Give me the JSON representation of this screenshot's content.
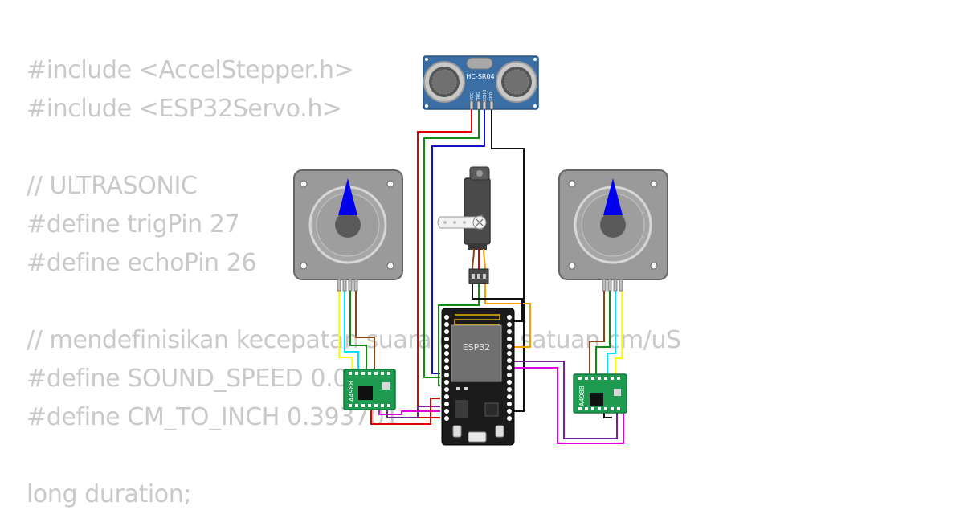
{
  "code_lines": [
    "#include <AccelStepper.h>",
    "#include <ESP32Servo.h>",
    "",
    "// ULTRASONIC",
    "#define trigPin 27",
    "#define echoPin 26",
    "",
    "// mendefinisikan kecepatan suara dalam satuan cm/uS",
    "#define SOUND_SPEED 0.034",
    "#define CM_TO_INCH 0.393701",
    "",
    "long duration;"
  ],
  "components": {
    "ultrasonic": {
      "label": "HC-SR04",
      "pins": [
        "VCC",
        "TRIG",
        "ECHO",
        "GND"
      ]
    },
    "mcu": {
      "label": "ESP32"
    },
    "driver_left": {
      "label": "A4988"
    },
    "driver_right": {
      "label": "A4988"
    }
  },
  "colors": {
    "code_text": "#c9c9c9",
    "pcb_blue": "#3b6ea5",
    "motor_gray": "#9a9a9a",
    "needle": "#0000ee",
    "driver_green": "#1e9b50",
    "esp_black": "#1b1b1b",
    "wire_red": "#e00000",
    "wire_blue": "#1010d0",
    "wire_green": "#138a13",
    "wire_black": "#111111",
    "wire_magenta": "#e000e0",
    "wire_orange": "#f0a000",
    "wire_yellow": "#ffff00",
    "wire_cyan": "#00e0ff",
    "wire_brown": "#8b4513"
  }
}
